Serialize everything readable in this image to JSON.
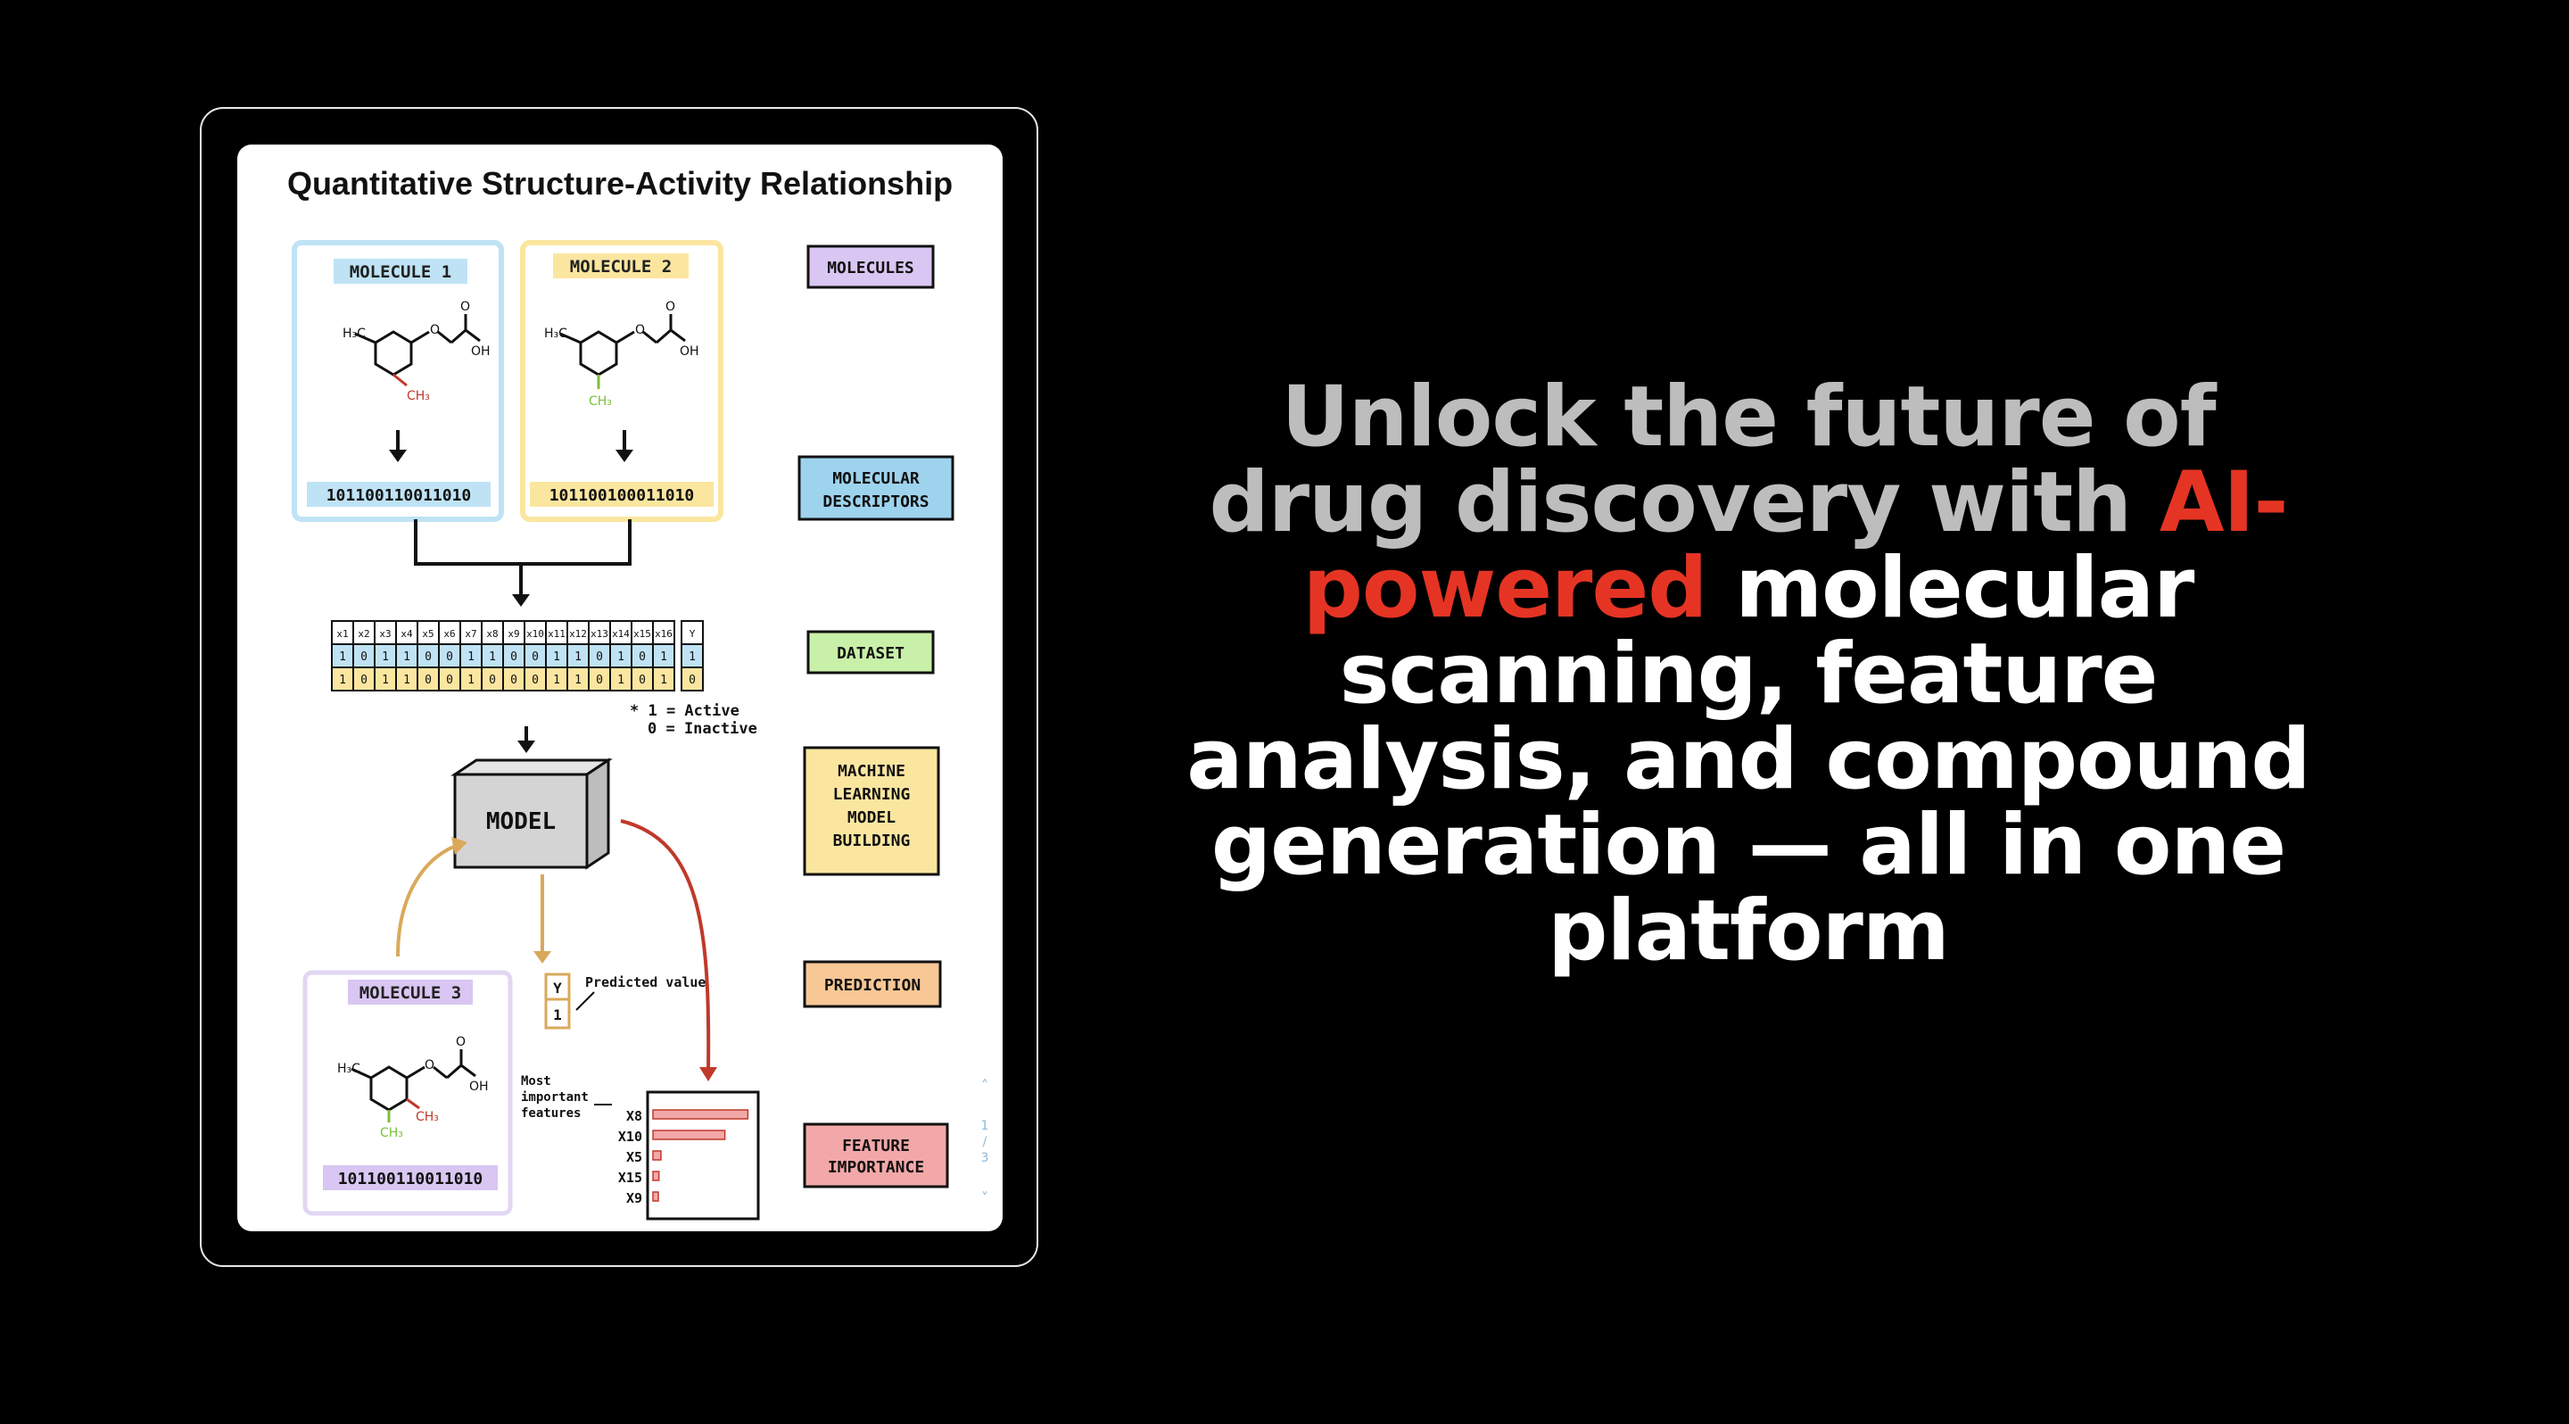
{
  "diagram": {
    "title": "Quantitative Structure-Activity Relationship",
    "molecule1_label": "MOLECULE 1",
    "molecule2_label": "MOLECULE 2",
    "molecule3_label": "MOLECULE 3",
    "bits1": "101100110011010",
    "bits2": "101100100011010",
    "bits3": "101100110011010",
    "model_label": "MODEL",
    "legend_active": "* 1 = Active",
    "legend_inactive": "0 = Inactive",
    "predicted_label": "Predicted value",
    "predicted_y": "Y",
    "predicted_value": "1",
    "most_important_label": "Most important features",
    "dataset_headers": [
      "x1",
      "x2",
      "x3",
      "x4",
      "x5",
      "x6",
      "x7",
      "x8",
      "x9",
      "x10",
      "x11",
      "x12",
      "x13",
      "x14",
      "x15",
      "x16",
      "Y"
    ],
    "dataset_row1": [
      "1",
      "0",
      "1",
      "1",
      "0",
      "0",
      "1",
      "1",
      "0",
      "0",
      "1",
      "1",
      "0",
      "1",
      "0",
      "1",
      "1"
    ],
    "dataset_row2": [
      "1",
      "0",
      "1",
      "1",
      "0",
      "0",
      "1",
      "0",
      "0",
      "0",
      "1",
      "1",
      "0",
      "1",
      "0",
      "1",
      "0"
    ],
    "features": [
      {
        "name": "X8",
        "value": 0.95
      },
      {
        "name": "X10",
        "value": 0.72
      },
      {
        "name": "X5",
        "value": 0.08
      },
      {
        "name": "X15",
        "value": 0.06
      },
      {
        "name": "X9",
        "value": 0.05
      }
    ],
    "stage_labels": {
      "molecules": "MOLECULES",
      "descriptors_1": "MOLECULAR",
      "descriptors_2": "DESCRIPTORS",
      "dataset": "DATASET",
      "ml_1": "MACHINE",
      "ml_2": "LEARNING",
      "ml_3": "MODEL",
      "ml_4": "BUILDING",
      "prediction": "PREDICTION",
      "fi_1": "FEATURE",
      "fi_2": "IMPORTANCE"
    },
    "page_nav": {
      "current": "1",
      "total": "3"
    }
  },
  "headline": {
    "part1": "Unlock the future of drug discovery with ",
    "highlight": "AI-powered",
    "part2": " molecular scanning, feature analysis, and compound generation — all in one platform"
  },
  "colors": {
    "blue": "#bfe3f5",
    "yellow": "#fbe6a0",
    "purple": "#d9c6f2",
    "green": "#c9f0a8",
    "orange": "#f7c795",
    "pink": "#f2a8a8",
    "accent_red": "#e53423"
  }
}
